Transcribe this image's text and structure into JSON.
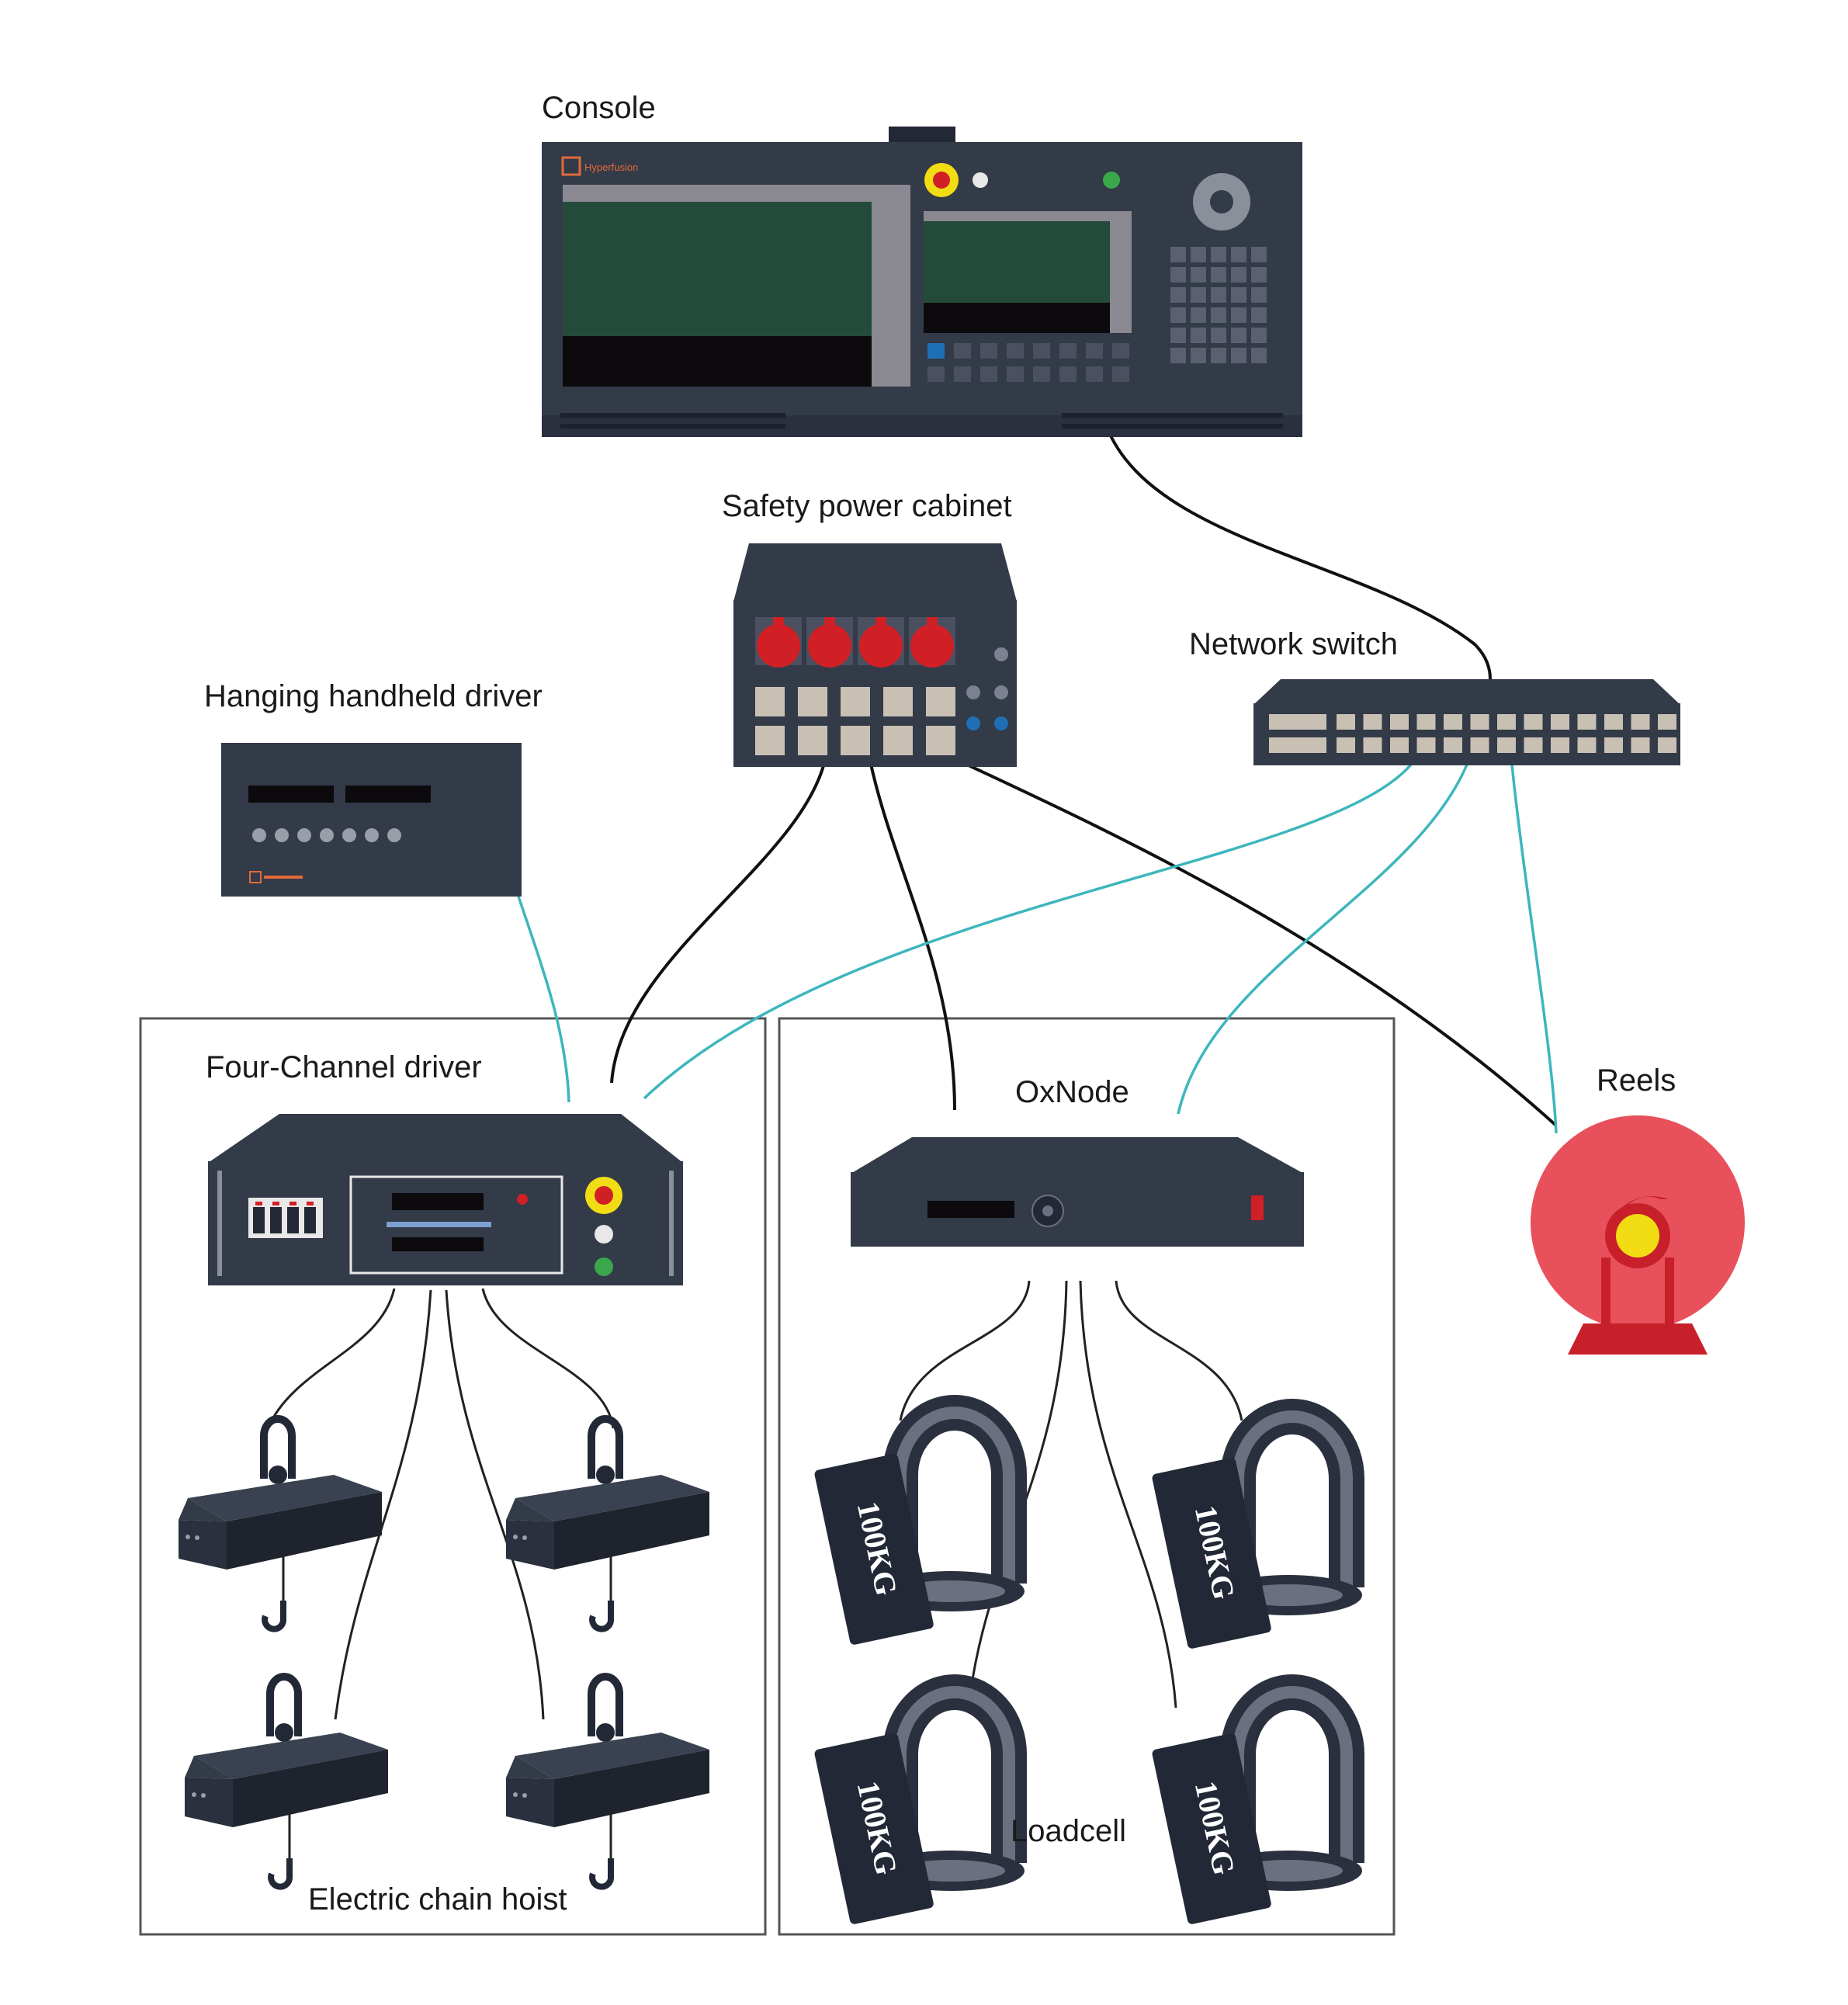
{
  "labels": {
    "console": "Console",
    "safety_cabinet": "Safety power cabinet",
    "network_switch": "Network switch",
    "handheld_driver": "Hanging handheld driver",
    "four_channel_driver": "Four-Channel driver",
    "oxnode": "OxNode",
    "reels": "Reels",
    "chain_hoist": "Electric chain hoist",
    "loadcell": "Loadcell"
  },
  "loadcell_rating": "100KG",
  "brand": "Hyperfusion",
  "colors": {
    "device_body": "#333a48",
    "screen_green": "#244b3a",
    "red_plug": "#d02026",
    "reel_red": "#e8505b",
    "reel_dark_red": "#c8202a",
    "yellow": "#f2dc14",
    "network_cable": "#3db6bc",
    "power_cable": "#111111"
  }
}
